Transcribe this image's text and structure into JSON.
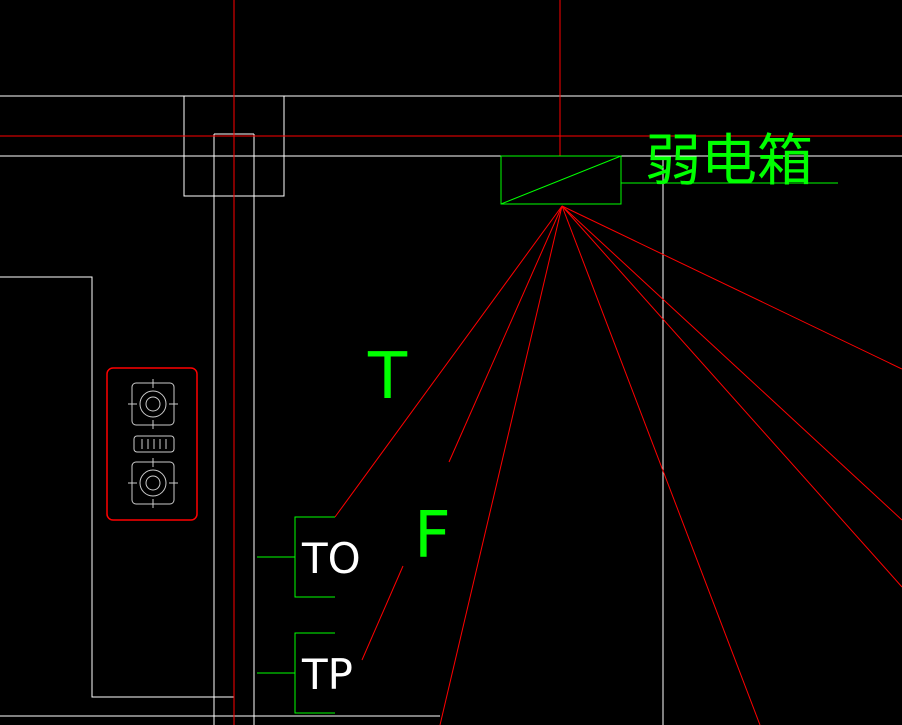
{
  "drawing": {
    "background": "#000000",
    "colors": {
      "wall": "#ffffff",
      "axis": "#ff0000",
      "annotation": "#00ff00",
      "wiring": "#ff0000",
      "appliance": "#ffffff"
    },
    "labels": {
      "cabinet_label": "弱电箱",
      "marker_t": "T",
      "marker_f": "F",
      "outlet_to": "TO",
      "outlet_tp": "TP"
    },
    "symbols": {
      "cabinet": "weak-current-box-symbol",
      "stove": "gas-stove-icon"
    }
  }
}
